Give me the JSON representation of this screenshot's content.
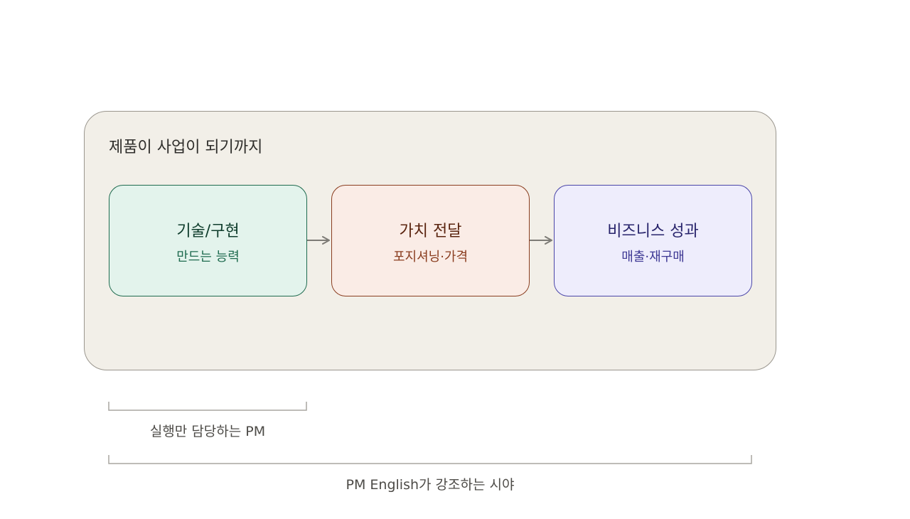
{
  "frame": {
    "title": "제품이 사업이 되기까지"
  },
  "stages": [
    {
      "title": "기술/구현",
      "subtitle": "만드는 능력",
      "fill": "#e3f3ec",
      "border": "#1f6b4f",
      "text": "#0f3d2c",
      "subtext": "#1f6b4f"
    },
    {
      "title": "가치 전달",
      "subtitle": "포지셔닝·가격",
      "fill": "#faece6",
      "border": "#8a3d1f",
      "text": "#5a240f",
      "subtext": "#8a3d1f"
    },
    {
      "title": "비즈니스 성과",
      "subtitle": "매출·재구매",
      "fill": "#eeedfc",
      "border": "#4a45a8",
      "text": "#27236b",
      "subtext": "#3d3894"
    }
  ],
  "scopes": [
    {
      "label": "실행만 담당하는 PM"
    },
    {
      "label": "PM English가 강조하는 시야"
    }
  ],
  "colors": {
    "frame_fill": "#f2efe8",
    "arrow": "#7d7b76",
    "bracket": "#a8a6a1"
  }
}
